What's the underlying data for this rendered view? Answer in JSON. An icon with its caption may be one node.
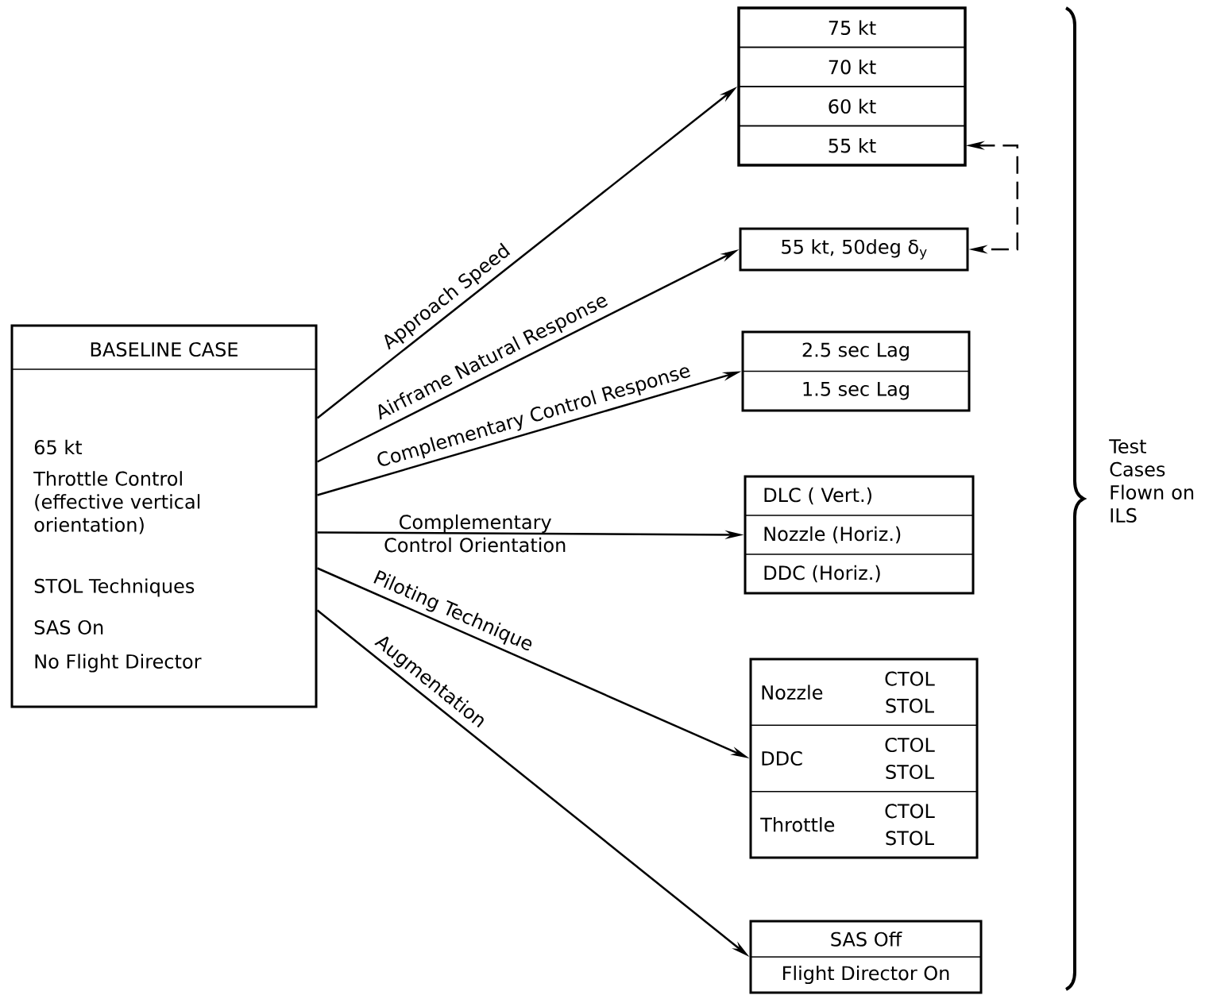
{
  "diagram": {
    "nodes": [
      {
        "text": [
          "BASELINE CASE",
          "65 kt",
          "Throttle Control (effective vertical orientation)",
          "STOL Techniques",
          "SAS On",
          "No Flight Director"
        ]
      },
      {
        "text": [],
        "shape": "box"
      },
      {
        "text": [
          "75 kt"
        ],
        "in": 1
      },
      {
        "text": [
          "70 kt"
        ],
        "in": 1
      },
      {
        "text": [
          "60 kt"
        ],
        "in": 1
      },
      {
        "text": [
          "55 kt"
        ],
        "in": 1
      },
      {
        "text": [
          "55 kt, 50deg δ$_{y}$"
        ]
      },
      {
        "text": [
          "2.5 sec Lag",
          "1.5 sec Lag"
        ]
      },
      {
        "text": [
          "DLC ( Vert.)",
          "Nozzle (Horiz.)",
          "DDC (Horiz.)"
        ]
      },
      {
        "text": [
          "Nozzle",
          "CTOL",
          "STOL",
          "DDC",
          "CTOL",
          "STOL",
          "Throttle",
          "CTOL",
          "STOL"
        ]
      },
      {
        "text": [
          "SAS Off",
          "Flight Director On"
        ]
      }
    ],
    "edges": [
      {
        "from": 0,
        "to": 1,
        "arrow": "to",
        "label": "Approach Speed"
      },
      {
        "from": 0,
        "to": 6,
        "arrow": "to",
        "label": "Airframe Natural Response"
      },
      {
        "from": 0,
        "to": 7,
        "arrow": "to",
        "label": "Complementary Control Response"
      },
      {
        "from": 0,
        "to": 8,
        "arrow": "to",
        "label": "Complementary Control Orientation"
      },
      {
        "from": 0,
        "to": 9,
        "arrow": "to",
        "label": "Piloting Technique"
      },
      {
        "from": 0,
        "to": 10,
        "arrow": "to",
        "label": "Augmentation"
      },
      {
        "from": 5,
        "to": 6,
        "arrow": "both",
        "style": "dashed"
      }
    ],
    "labels": [
      "Test Cases Flown on ILS"
    ]
  }
}
